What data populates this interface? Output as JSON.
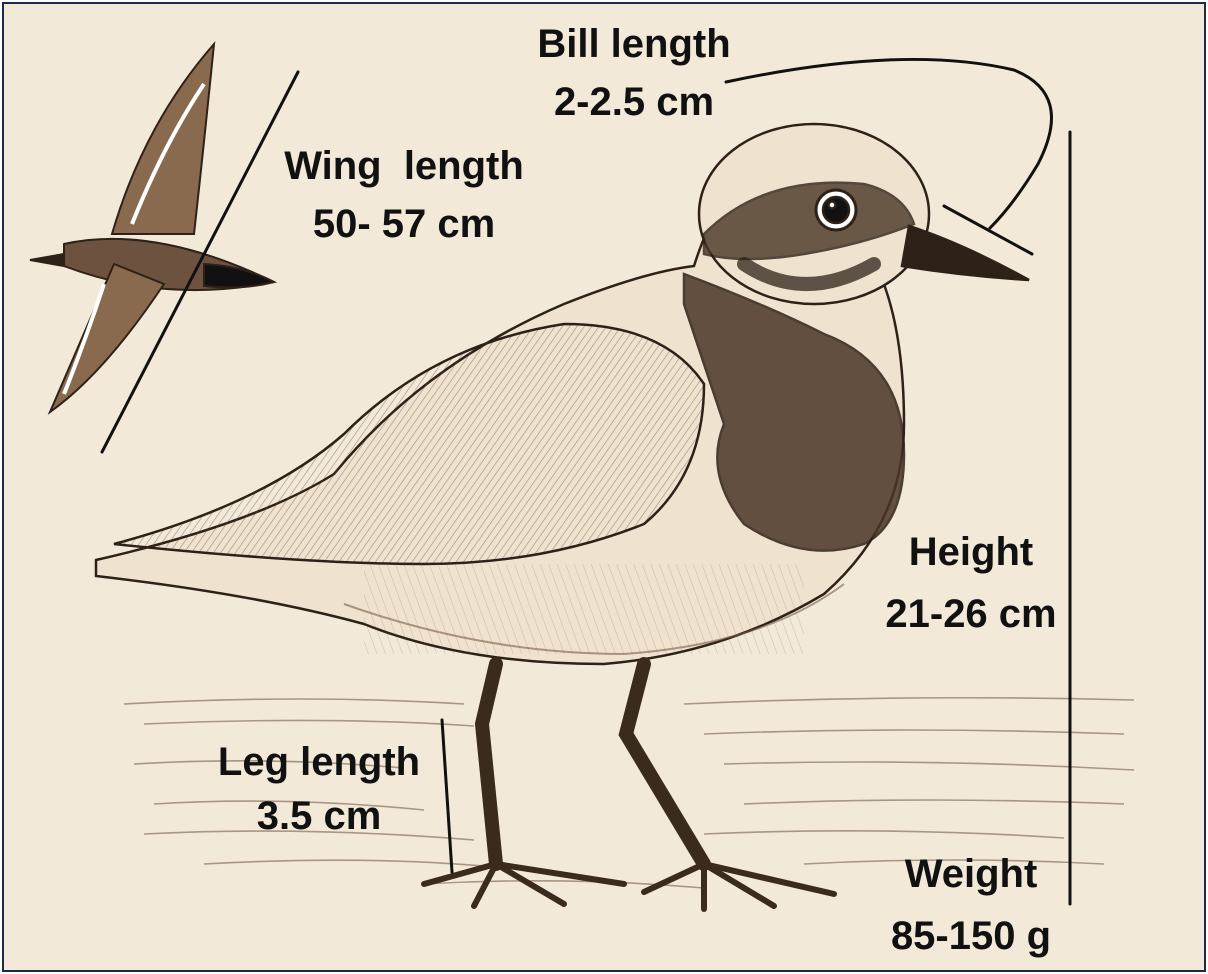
{
  "labels": {
    "bill": {
      "title": "Bill length",
      "value": "2-2.5 cm"
    },
    "wing": {
      "title": "Wing  length",
      "value": "50- 57 cm"
    },
    "height": {
      "title": "Height",
      "value": "21-26 cm"
    },
    "leg": {
      "title": "Leg length",
      "value": "3.5 cm"
    },
    "weight": {
      "title": "Weight",
      "value": "85-150 g"
    }
  },
  "colors": {
    "background": "#f3e9d9",
    "ink": "#111111",
    "border": "#1e2a4a",
    "sketch_dark": "#3b2a1e",
    "sketch_mid": "#7a5f48",
    "sketch_light": "#c9b49a"
  }
}
